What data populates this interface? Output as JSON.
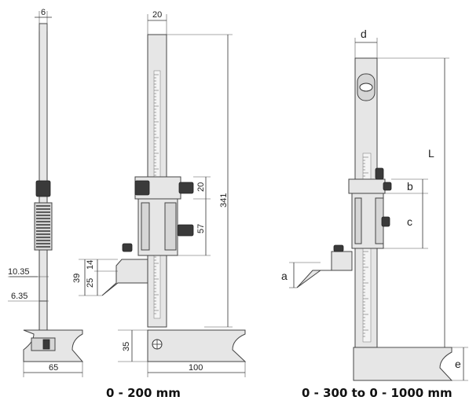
{
  "left_diagram": {
    "caption": "0 - 200 mm",
    "dims": {
      "d6": "6",
      "d20_top": "20",
      "d341": "341",
      "d20_slider": "20",
      "d57": "57",
      "d39": "39",
      "d14": "14",
      "d25": "25",
      "d10_35": "10.35",
      "d6_35": "6.35",
      "d35": "35",
      "d65": "65",
      "d100": "100"
    }
  },
  "right_diagram": {
    "caption": "0 - 300 to 0 - 1000 mm",
    "dims": {
      "d": "d",
      "L": "L",
      "b": "b",
      "c": "c",
      "a": "a",
      "e": "e"
    }
  }
}
